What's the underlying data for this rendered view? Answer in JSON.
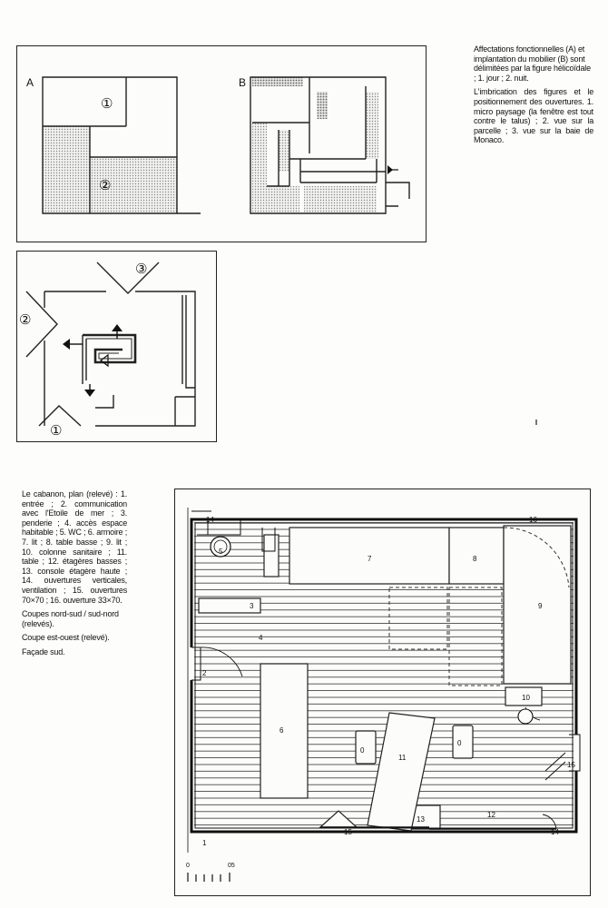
{
  "captions": {
    "functional": "Affectations fonctionnelles (A) et implantation du mobilier (B) sont délimitées par la figure hélicoïdale ; 1. jour ; 2. nuit.",
    "openings": "L'imbrication des figures et le positionnement des ouvertures. 1. micro paysage (la fenêtre est tout contre le talus) ; 2. vue sur la parcelle ; 3. vue sur la baie de Monaco.",
    "plan_title": "Le cabanon, plan (relevé) :",
    "plan_legend": "1. entrée ; 2. communication avec l'Etoile de mer ; 3. penderie ; 4. accès espace habitable ; 5. WC ; 6. armoire ; 7. lit ; 8. table basse ; 9. lit ; 10. colonne sanitaire ; 11. table ; 12. étagères basses ; 13. console étagère haute ; 14. ouvertures verticales, ventilation ; 15. ouvertures 70×70 ; 16. ouverture 33×70.",
    "sections": "Coupes nord-sud / sud-nord (relevés).",
    "section_ew": "Coupe est-ouest (relevé).",
    "facade": "Façade sud."
  },
  "diagram_a": {
    "label": "A",
    "zone_1": "①",
    "zone_2": "②"
  },
  "diagram_b": {
    "label": "B"
  },
  "views": {
    "view_1": "①",
    "view_2": "②",
    "view_3": "③"
  },
  "plan": {
    "labels": {
      "n1": "1",
      "n2": "2",
      "n3": "3",
      "n4": "4",
      "n5": "5",
      "n6": "6",
      "n7": "7",
      "n8": "8",
      "n9": "9",
      "n10": "10",
      "n11": "11",
      "n12": "12",
      "n13": "13",
      "n14a": "14",
      "n14b": "14",
      "n15a": "15",
      "n15b": "15",
      "n16": "16",
      "ottoman_a": "0",
      "ottoman_b": "0"
    },
    "scale": {
      "start": "0",
      "end": "05"
    }
  }
}
